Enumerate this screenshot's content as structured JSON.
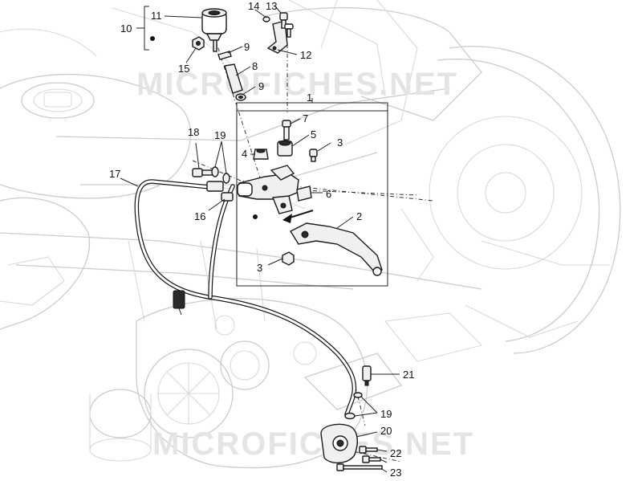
{
  "watermark": "MICROFICHES.NET",
  "callouts": [
    {
      "id": "1",
      "text": "1"
    },
    {
      "id": "2",
      "text": "2"
    },
    {
      "id": "3a",
      "text": "3"
    },
    {
      "id": "3b",
      "text": "3"
    },
    {
      "id": "4",
      "text": "4"
    },
    {
      "id": "5",
      "text": "5"
    },
    {
      "id": "6",
      "text": "6"
    },
    {
      "id": "7",
      "text": "7"
    },
    {
      "id": "8",
      "text": "8"
    },
    {
      "id": "9a",
      "text": "9"
    },
    {
      "id": "9b",
      "text": "9"
    },
    {
      "id": "10",
      "text": "10"
    },
    {
      "id": "11",
      "text": "11"
    },
    {
      "id": "12",
      "text": "12"
    },
    {
      "id": "13",
      "text": "13"
    },
    {
      "id": "14",
      "text": "14"
    },
    {
      "id": "15",
      "text": "15"
    },
    {
      "id": "16",
      "text": "16"
    },
    {
      "id": "17",
      "text": "17"
    },
    {
      "id": "18",
      "text": "18"
    },
    {
      "id": "19a",
      "text": "19"
    },
    {
      "id": "19b",
      "text": "19"
    },
    {
      "id": "20",
      "text": "20"
    },
    {
      "id": "21",
      "text": "21"
    },
    {
      "id": "22",
      "text": "22"
    },
    {
      "id": "23",
      "text": "23"
    }
  ]
}
